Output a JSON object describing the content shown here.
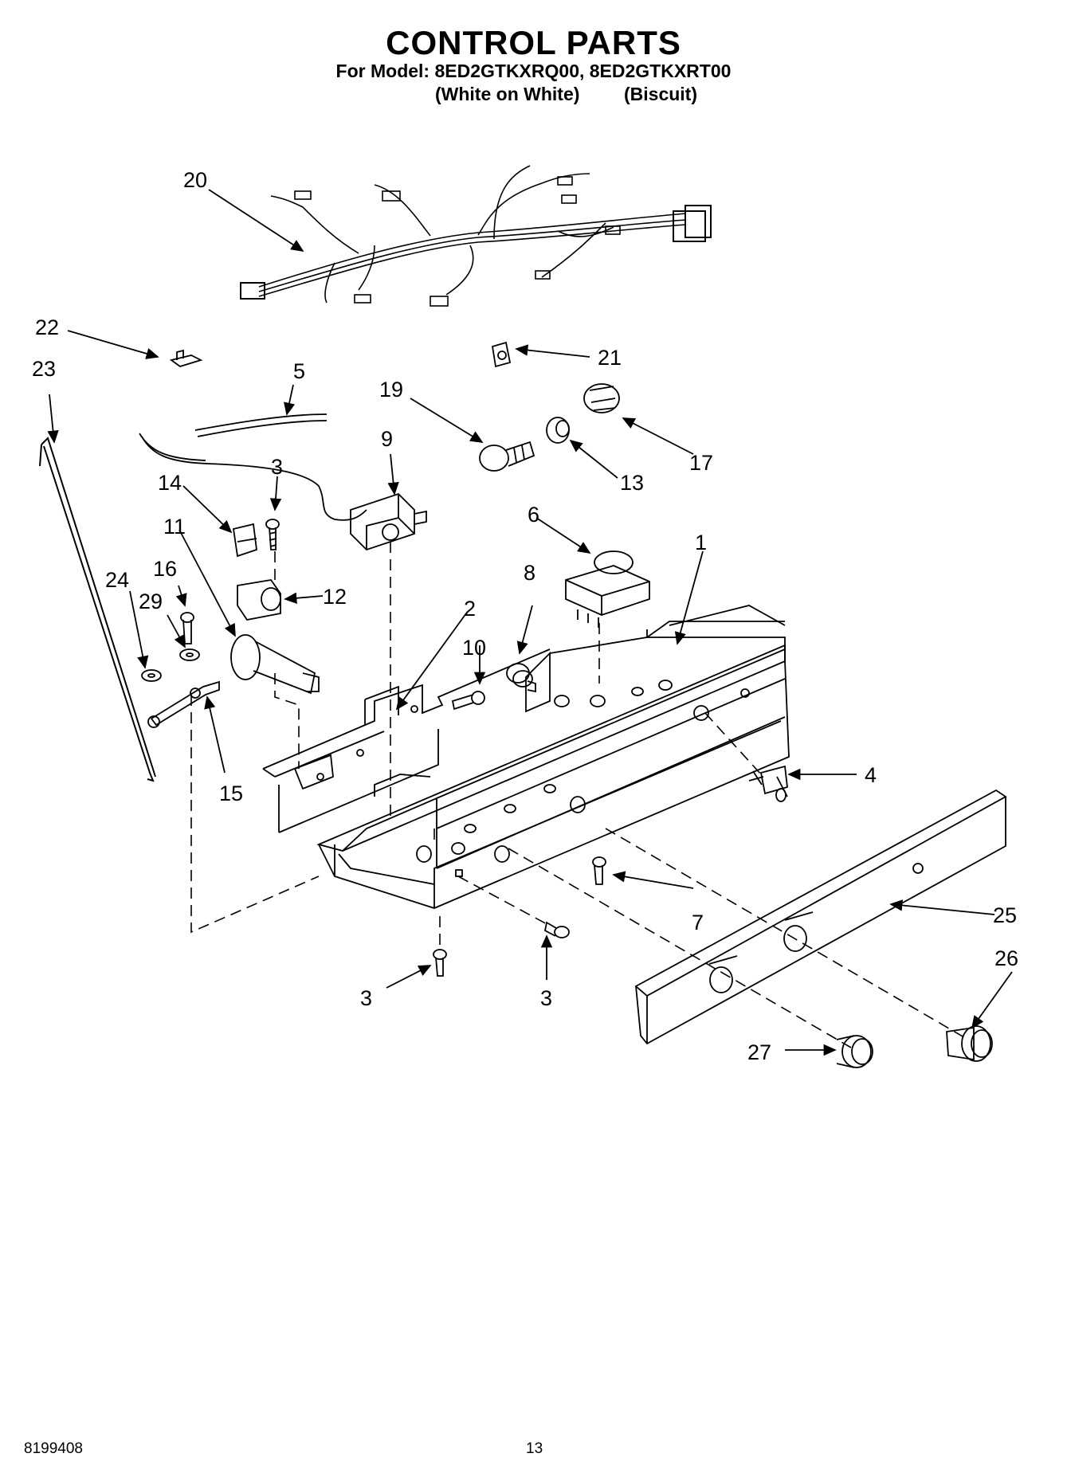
{
  "header": {
    "title": "CONTROL PARTS",
    "model_line": "For Model: 8ED2GTKXRQ00, 8ED2GTKXRT00",
    "variant_1": "(White on White)",
    "variant_2": "(Biscuit)"
  },
  "callouts": [
    "20",
    "22",
    "21",
    "23",
    "5",
    "19",
    "17",
    "9",
    "3",
    "13",
    "14",
    "6",
    "11",
    "12",
    "1",
    "16",
    "8",
    "24",
    "29",
    "2",
    "10",
    "15",
    "4",
    "7",
    "25",
    "26",
    "3",
    "3",
    "27"
  ],
  "footer": {
    "doc_number": "8199408",
    "page_number": "13"
  }
}
